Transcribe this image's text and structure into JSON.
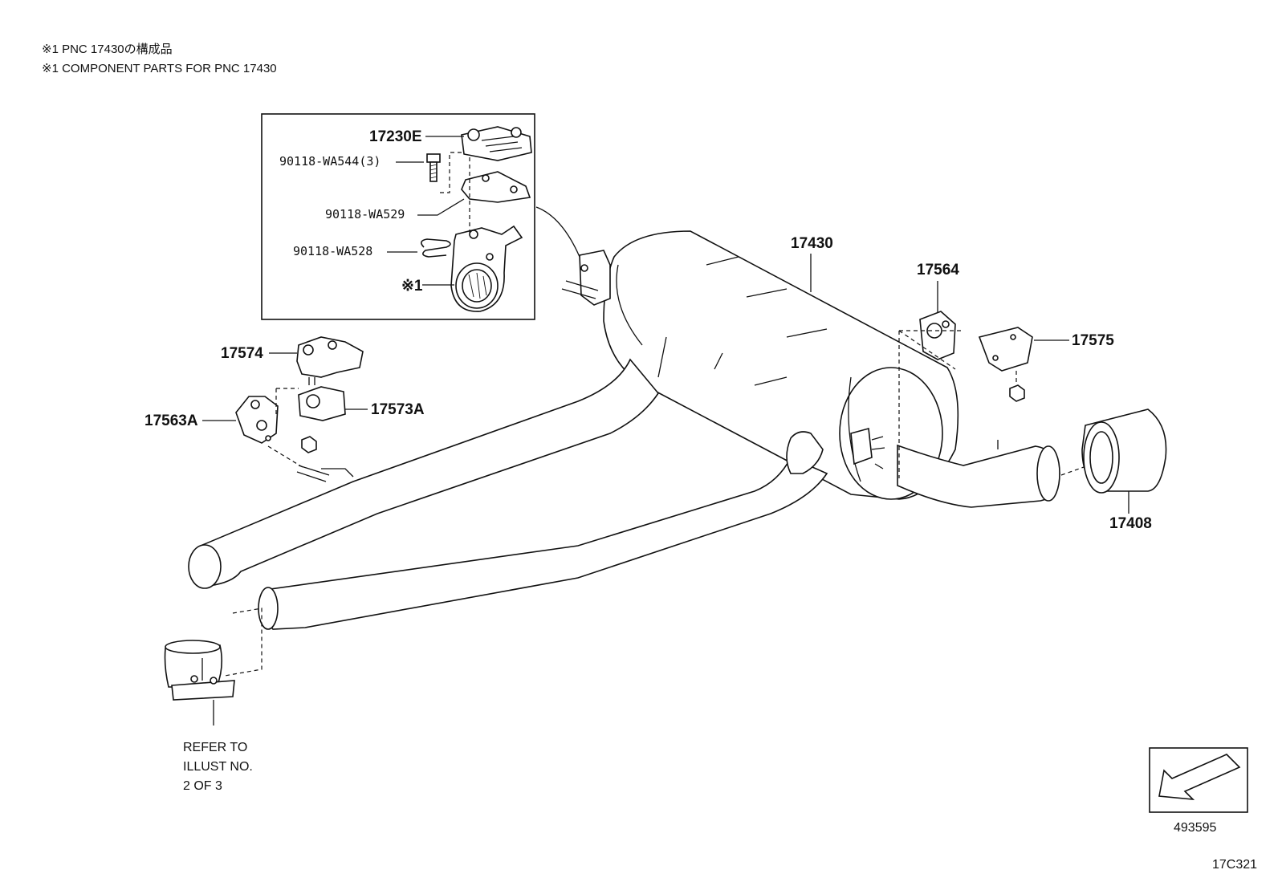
{
  "notes": {
    "line1": "※1 PNC 17430の構成品",
    "line2": "※1 COMPONENT PARTS FOR PNC 17430"
  },
  "parts": {
    "p17230E": "17230E",
    "p90118_WA544": "90118-WA544(3)",
    "p90118_WA529": "90118-WA529",
    "p90118_WA528": "90118-WA528",
    "p_ref1": "※1",
    "p17430": "17430",
    "p17564": "17564",
    "p17575": "17575",
    "p17574": "17574",
    "p17573A": "17573A",
    "p17563A": "17563A",
    "p17408": "17408"
  },
  "refer": {
    "line1": "REFER TO",
    "line2": "ILLUST NO.",
    "line3": "2 OF 3"
  },
  "codes": {
    "view_code": "493595",
    "illust_code": "17C321"
  }
}
